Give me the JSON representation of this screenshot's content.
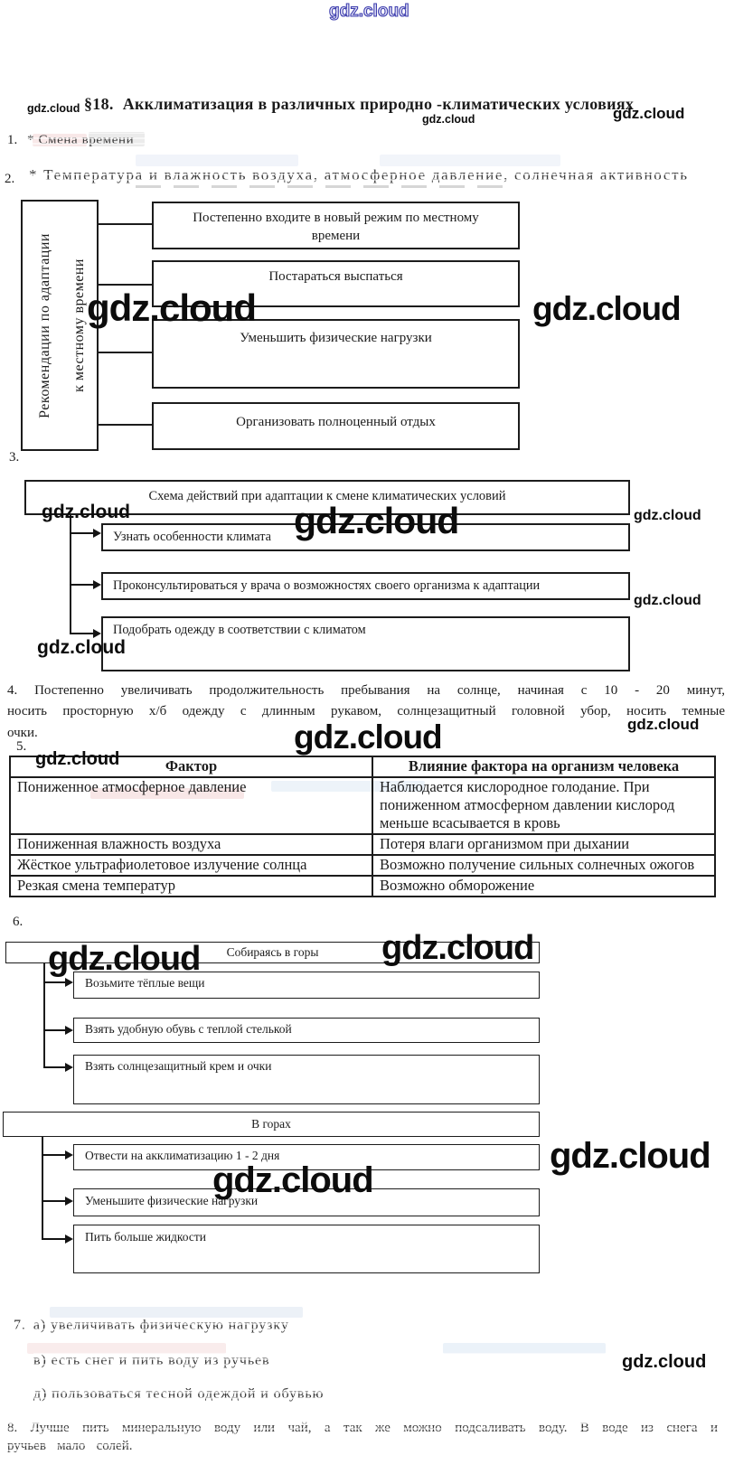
{
  "watermark": {
    "text": "gdz.cloud"
  },
  "title": {
    "section": "§18.",
    "text": "Акклиматизация в различных природно -климатических условиях"
  },
  "item1": {
    "num": "1.",
    "line1": "* Смена времени",
    "line2": "* Температура и влажность воздуха, атмосферное давление, солнечная активность"
  },
  "item2": {
    "num": "2.",
    "side_label_1": "Рекомендации по адаптации",
    "side_label_2": "к местному времени",
    "boxes": [
      "Постепенно входите в новый режим по местному времени",
      "Постараться выспаться",
      "Уменьшить физические нагрузки",
      "Организовать полноценный отдых"
    ]
  },
  "item3": {
    "num": "3.",
    "header": "Схема действий при адаптации к смене климатических условий",
    "boxes": [
      "Узнать особенности климата",
      "Проконсультироваться у врача о возможностях своего организма к адаптации",
      "Подобрать одежду в соответствии с климатом"
    ]
  },
  "item4": {
    "text": "4. Постепенно увеличивать продолжительность пребывания на солнце, начиная с 10 - 20 минут, носить просторную х/б одежду с длинным рукавом, солнцезащитный головной убор, носить темные очки."
  },
  "item5": {
    "num": "5.",
    "table": {
      "headers": [
        "Фактор",
        "Влияние фактора на организм человека"
      ],
      "rows": [
        [
          "Пониженное атмосферное давление",
          "Наблюдается кислородное голодание. При пониженном атмосферном давлении кислород меньше всасывается в кровь"
        ],
        [
          "Пониженная влажность воздуха",
          "Потеря влаги организмом при дыхании"
        ],
        [
          "Жёсткое ультрафиолетовое излучение солнца",
          "Возможно получение сильных солнечных ожогов"
        ],
        [
          "Резкая смена температур",
          "Возможно обморожение"
        ]
      ]
    }
  },
  "item6": {
    "num": "6.",
    "chart1": {
      "header": "Собираясь в горы",
      "boxes": [
        "Возьмите тёплые вещи",
        "Взять удобную обувь с теплой стелькой",
        "Взять солнцезащитный крем и очки"
      ]
    },
    "chart2": {
      "header": "В горах",
      "boxes": [
        "Отвести на акклиматизацию 1 - 2 дня",
        "Уменьшите физические нагрузки",
        "Пить больше жидкости"
      ]
    }
  },
  "item7": {
    "num": "7.",
    "options": [
      "а) увеличивать физическую нагрузку",
      "в) есть снег и пить воду из ручьев",
      "д) пользоваться тесной одеждой и обувью"
    ]
  },
  "item8": {
    "text": "8. Лучше пить минеральную воду или чай, а так же можно подсаливать воду. В воде из снега и ручьев мало солей."
  }
}
